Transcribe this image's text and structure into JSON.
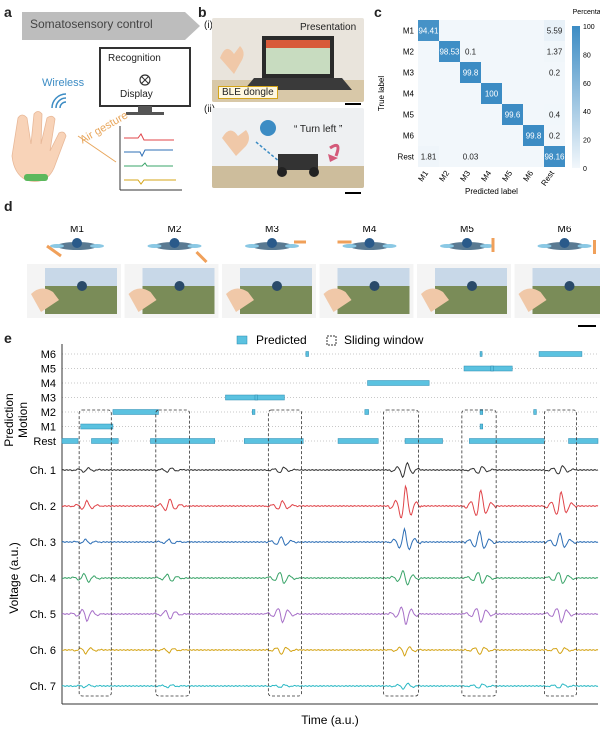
{
  "panels": {
    "a": "a",
    "b": "b",
    "c": "c",
    "d": "d",
    "e": "e"
  },
  "panel_a": {
    "banner": "Somatosensory control",
    "recognition": "Recognition",
    "display": "Display",
    "wireless": "Wireless",
    "air_gesture": "Air gesture"
  },
  "panel_b": {
    "sub_i": "(i)",
    "sub_ii": "(ii)",
    "presentation": "Presentation",
    "ble_dongle": "BLE dongle",
    "turn_left": "“ Turn left ”"
  },
  "panel_c": {
    "type": "heatmap",
    "rows": [
      "M1",
      "M2",
      "M3",
      "M4",
      "M5",
      "M6",
      "Rest"
    ],
    "cols": [
      "M1",
      "M2",
      "M3",
      "M4",
      "M5",
      "M6",
      "Rest"
    ],
    "cells": [
      {
        "r": 0,
        "c": 0,
        "v": "94.41"
      },
      {
        "r": 0,
        "c": 6,
        "v": "5.59"
      },
      {
        "r": 1,
        "c": 1,
        "v": "98.53"
      },
      {
        "r": 1,
        "c": 2,
        "v": "0.1"
      },
      {
        "r": 1,
        "c": 6,
        "v": "1.37"
      },
      {
        "r": 2,
        "c": 2,
        "v": "99.8"
      },
      {
        "r": 2,
        "c": 6,
        "v": "0.2"
      },
      {
        "r": 3,
        "c": 3,
        "v": "100"
      },
      {
        "r": 4,
        "c": 4,
        "v": "99.6"
      },
      {
        "r": 4,
        "c": 6,
        "v": "0.4"
      },
      {
        "r": 5,
        "c": 5,
        "v": "99.8"
      },
      {
        "r": 5,
        "c": 6,
        "v": "0.2"
      },
      {
        "r": 6,
        "c": 0,
        "v": "1.81"
      },
      {
        "r": 6,
        "c": 2,
        "v": "0.03"
      },
      {
        "r": 6,
        "c": 6,
        "v": "98.16"
      }
    ],
    "xlabel": "Predicted label",
    "ylabel": "True label",
    "colorbar_title": "Percentage(%)",
    "colorbar_ticks": [
      "100",
      "80",
      "60",
      "40",
      "20",
      "0"
    ],
    "accent": "#3c8cc4"
  },
  "panel_d": {
    "labels": [
      "M1",
      "M2",
      "M3",
      "M4",
      "M5",
      "M6"
    ]
  },
  "panel_e": {
    "legend_predicted": "Predicted",
    "legend_window": "Sliding window",
    "motion_rows": [
      "M6",
      "M5",
      "M4",
      "M3",
      "M2",
      "M1",
      "Rest"
    ],
    "axis_prediction": "Prediction",
    "axis_motion": "Motion",
    "channels": [
      "Ch. 1",
      "Ch. 2",
      "Ch. 3",
      "Ch. 4",
      "Ch. 5",
      "Ch. 6",
      "Ch. 7"
    ],
    "channel_colors": [
      "#333333",
      "#e0454a",
      "#2e6fb6",
      "#3aa469",
      "#a770c8",
      "#d4a417",
      "#2ab8c4"
    ],
    "ylabel": "Voltage (a.u.)",
    "xlabel": "Time (a.u.)",
    "bar_color": "#5bc2e0"
  }
}
